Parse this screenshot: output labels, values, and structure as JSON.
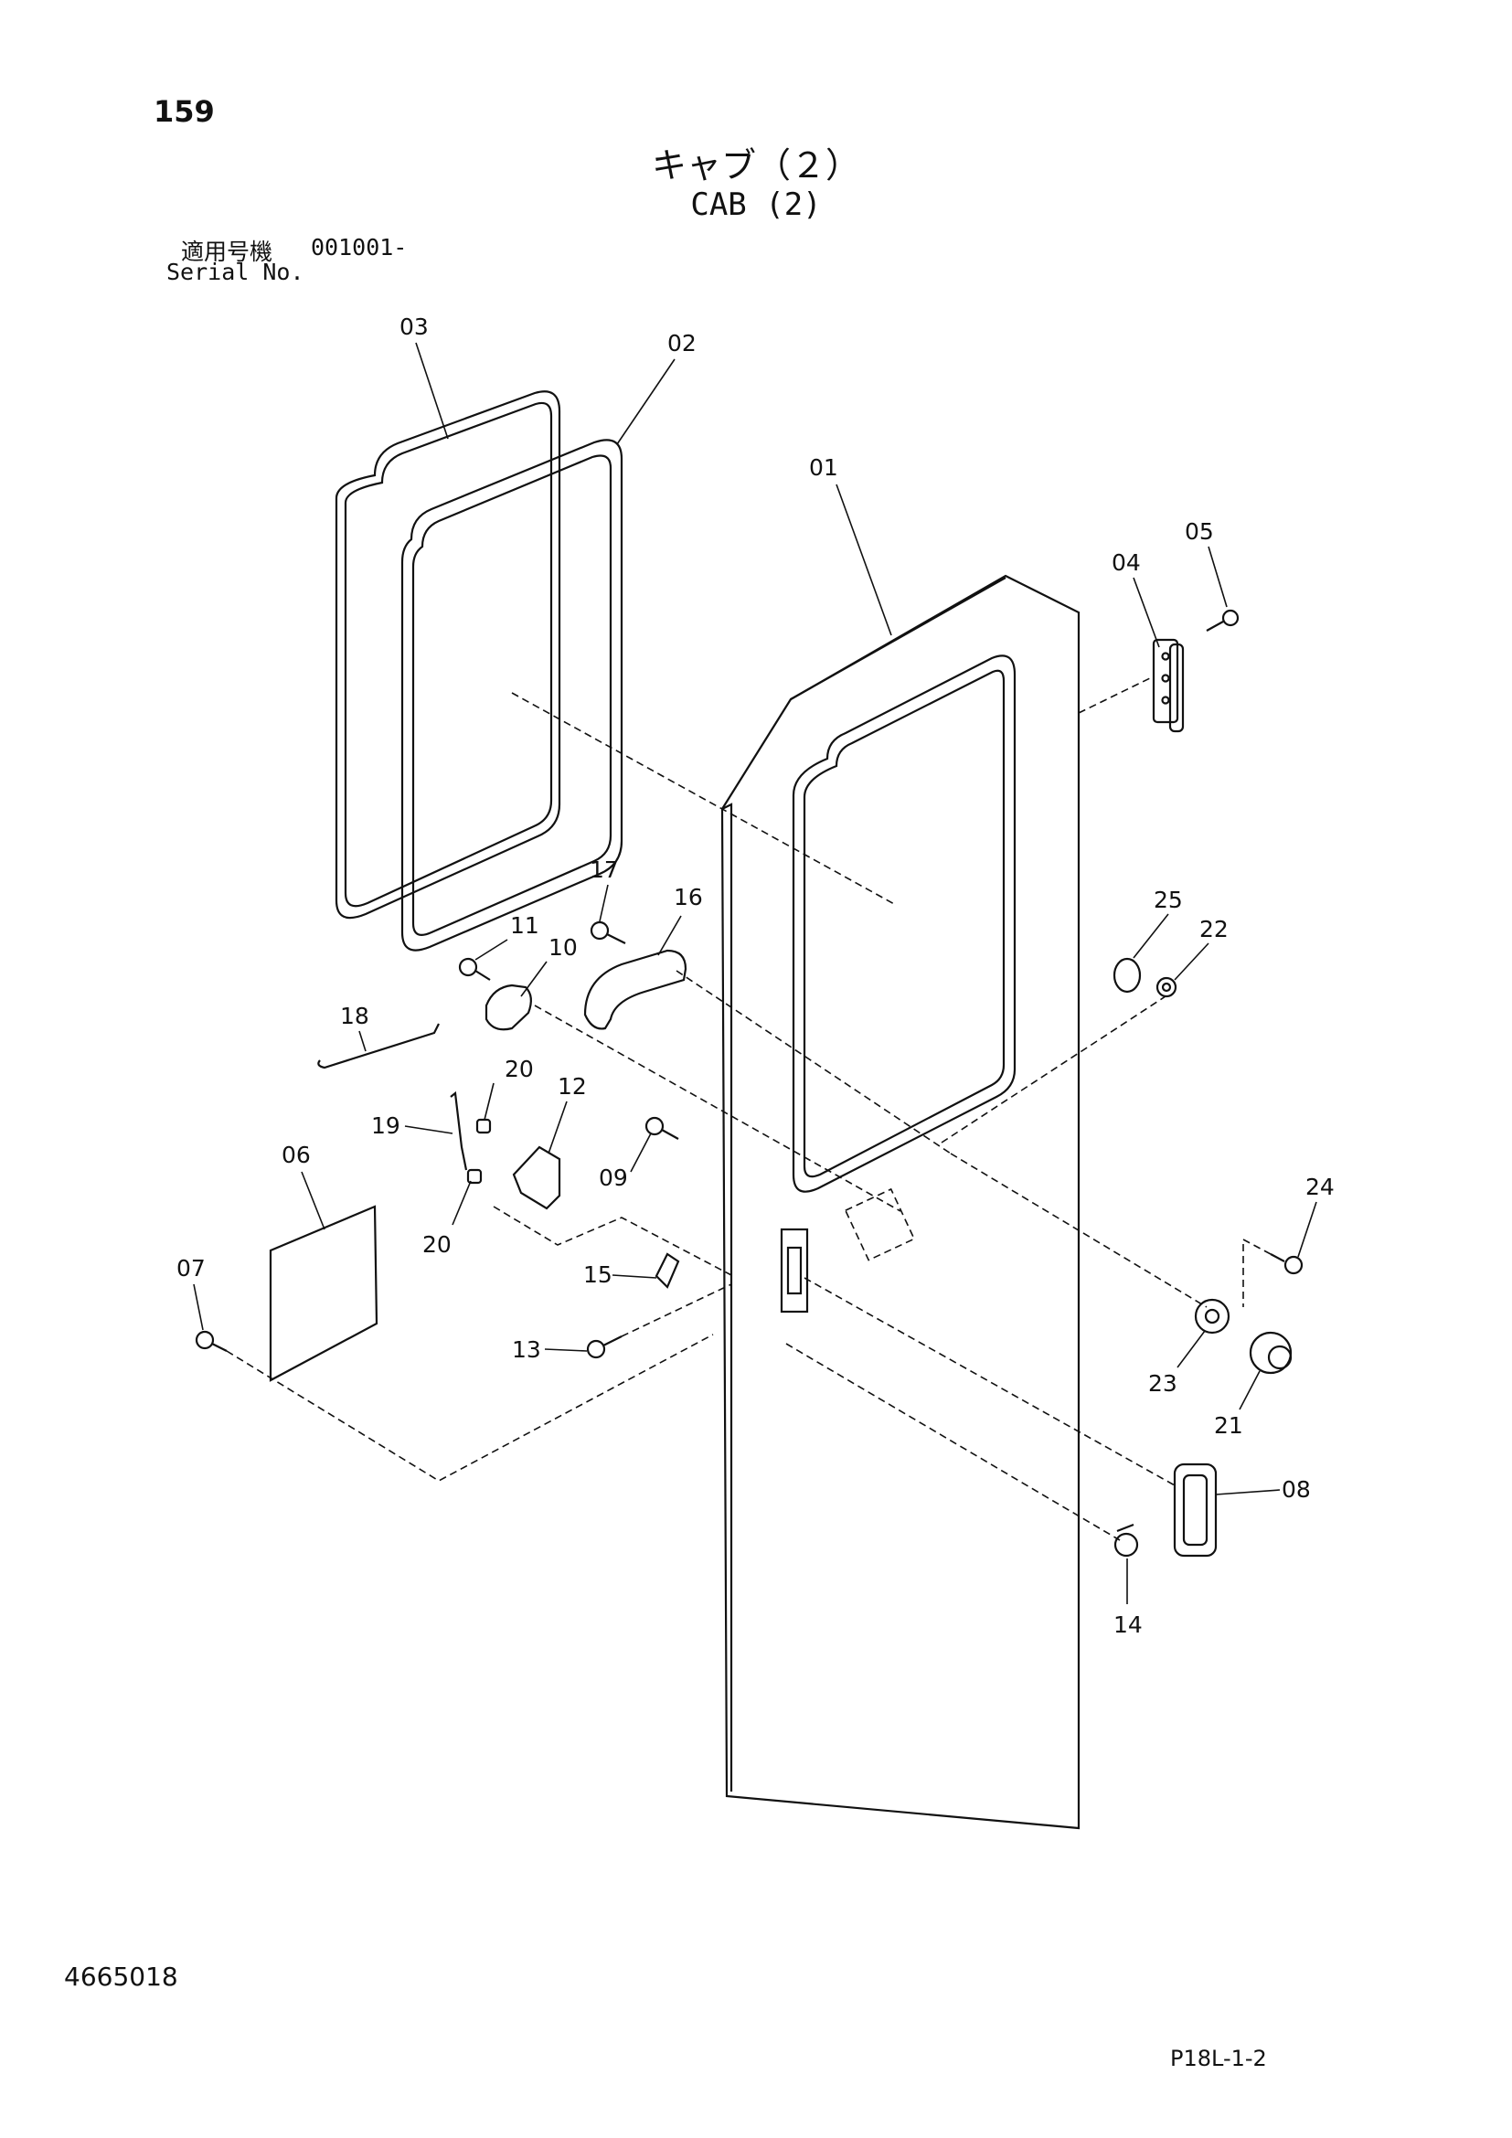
{
  "header": {
    "page_number": "159",
    "title_jp": "キャブ（２）",
    "title_en": "CAB (2)",
    "serial_label_jp": "適用号機",
    "serial_value": "001001-",
    "serial_label_en": "Serial No."
  },
  "footer": {
    "doc_number": "4665018",
    "page_ref": "P18L-1-2"
  },
  "parts": [
    {
      "id": "p01",
      "label": "01"
    },
    {
      "id": "p02",
      "label": "02"
    },
    {
      "id": "p03",
      "label": "03"
    },
    {
      "id": "p04",
      "label": "04"
    },
    {
      "id": "p05",
      "label": "05"
    },
    {
      "id": "p06",
      "label": "06"
    },
    {
      "id": "p07",
      "label": "07"
    },
    {
      "id": "p08",
      "label": "08"
    },
    {
      "id": "p09",
      "label": "09"
    },
    {
      "id": "p10",
      "label": "10"
    },
    {
      "id": "p11",
      "label": "11"
    },
    {
      "id": "p12",
      "label": "12"
    },
    {
      "id": "p13",
      "label": "13"
    },
    {
      "id": "p14",
      "label": "14"
    },
    {
      "id": "p15",
      "label": "15"
    },
    {
      "id": "p16",
      "label": "16"
    },
    {
      "id": "p17",
      "label": "17"
    },
    {
      "id": "p18",
      "label": "18"
    },
    {
      "id": "p19",
      "label": "19"
    },
    {
      "id": "p20a",
      "label": "20"
    },
    {
      "id": "p20b",
      "label": "20"
    },
    {
      "id": "p21",
      "label": "21"
    },
    {
      "id": "p22",
      "label": "22"
    },
    {
      "id": "p23",
      "label": "23"
    },
    {
      "id": "p24",
      "label": "24"
    },
    {
      "id": "p25",
      "label": "25"
    }
  ]
}
